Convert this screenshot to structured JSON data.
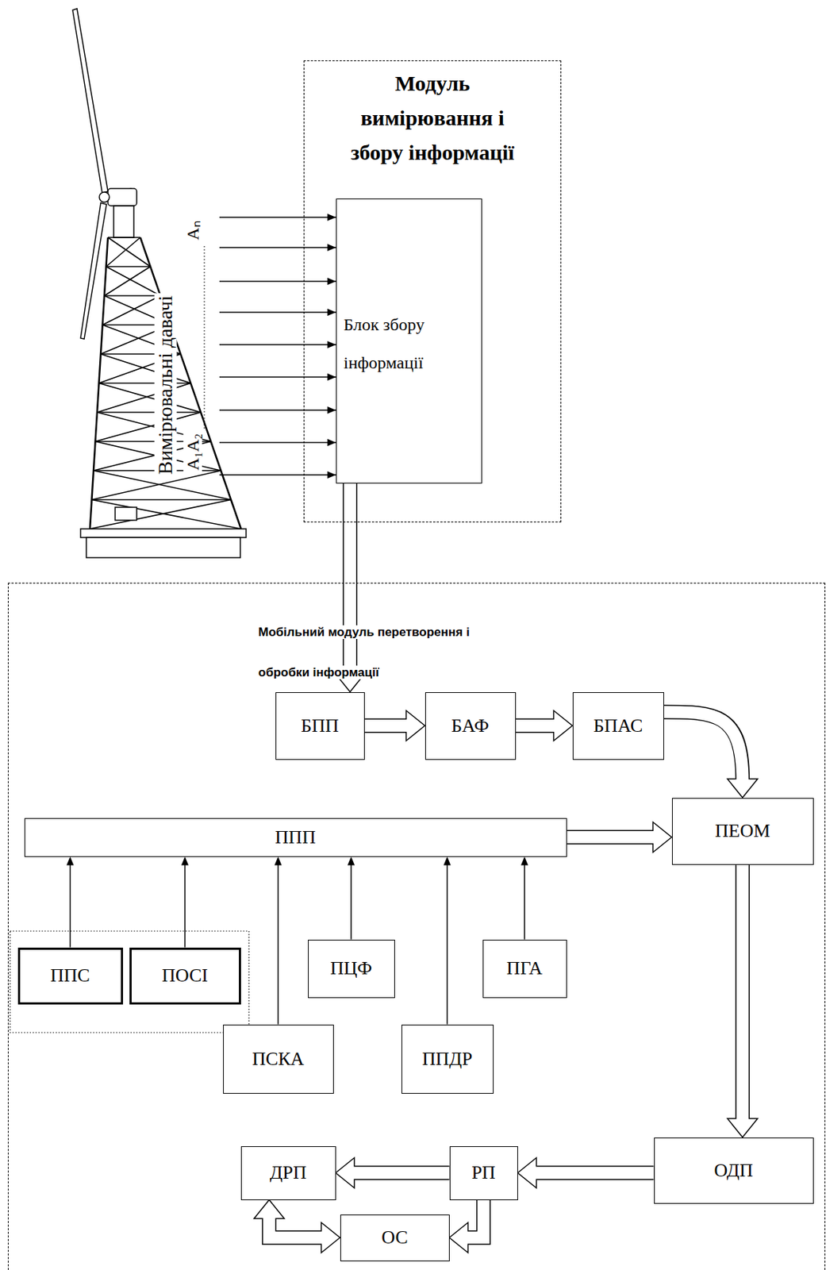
{
  "diagram": {
    "nodes": [
      {
        "text": [
          "Модуль вимірювання і збору інформації"
        ]
      },
      {
        "text": [
          "Блок збору інформації"
        ],
        "in": 0
      },
      {
        "text": [
          "Мобільний модуль перетворення і обробки інформації"
        ]
      },
      {
        "text": [
          "БПП"
        ],
        "in": 2
      },
      {
        "text": [
          "БАФ"
        ],
        "in": 2
      },
      {
        "text": [
          "БПАС"
        ],
        "in": 2
      },
      {
        "text": [
          "ПЕОМ"
        ],
        "in": 2
      },
      {
        "text": [
          "ППП"
        ],
        "in": 2
      },
      {
        "text": [
          "ППС"
        ],
        "in": 2
      },
      {
        "text": [
          "ПОСІ"
        ],
        "in": 2
      },
      {
        "text": [
          "ПЦФ"
        ],
        "in": 2
      },
      {
        "text": [
          "ПГА"
        ],
        "in": 2
      },
      {
        "text": [
          "ПСКА"
        ],
        "in": 2
      },
      {
        "text": [
          "ППДР"
        ],
        "in": 2
      },
      {
        "text": [
          "ОДП"
        ],
        "in": 2
      },
      {
        "text": [
          "РП"
        ],
        "in": 2
      },
      {
        "text": [
          "ДРП"
        ],
        "in": 2
      },
      {
        "text": [
          "ОС"
        ],
        "in": 2
      }
    ],
    "edges": [
      {
        "from": 1,
        "to": 3,
        "arrow": "to"
      },
      {
        "from": 3,
        "to": 4,
        "arrow": "to"
      },
      {
        "from": 4,
        "to": 5,
        "arrow": "to"
      },
      {
        "from": 5,
        "to": 6,
        "arrow": "to"
      },
      {
        "from": 7,
        "to": 6,
        "arrow": "to"
      },
      {
        "from": 8,
        "to": 7,
        "arrow": "to"
      },
      {
        "from": 9,
        "to": 7,
        "arrow": "to"
      },
      {
        "from": 12,
        "to": 7,
        "arrow": "to"
      },
      {
        "from": 10,
        "to": 7,
        "arrow": "to"
      },
      {
        "from": 13,
        "to": 7,
        "arrow": "to"
      },
      {
        "from": 11,
        "to": 7,
        "arrow": "to"
      },
      {
        "from": 6,
        "to": 14,
        "arrow": "to"
      },
      {
        "from": 14,
        "to": 15,
        "arrow": "to"
      },
      {
        "from": 15,
        "to": 16,
        "arrow": "to"
      },
      {
        "from": 15,
        "to": 17,
        "arrow": "to"
      },
      {
        "from": 16,
        "to": 17,
        "arrow": "both"
      }
    ],
    "labels": [
      "Вимірювальні давачі",
      "Aₙ",
      "A₁A₂"
    ]
  }
}
